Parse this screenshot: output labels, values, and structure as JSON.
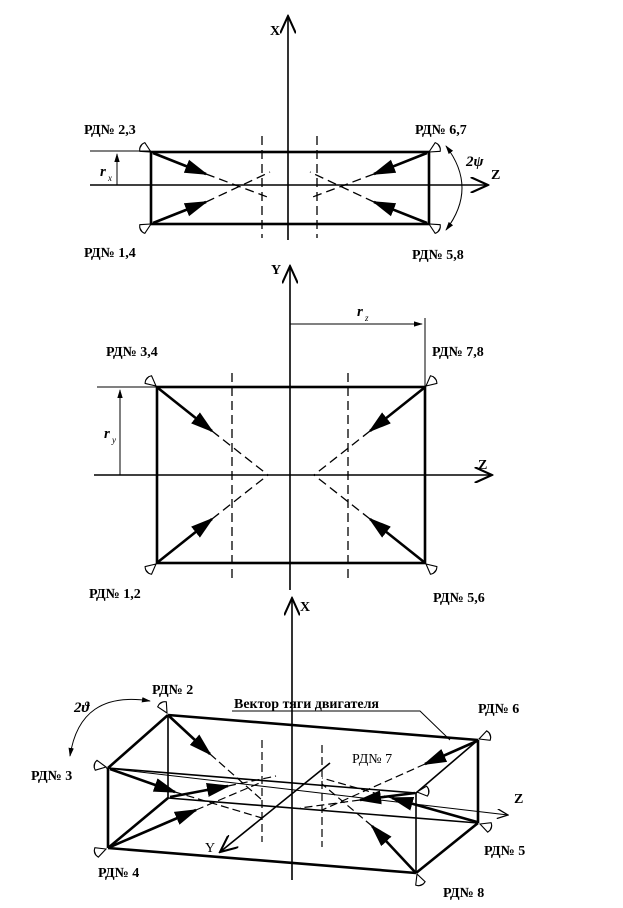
{
  "view1": {
    "axis_x": "X",
    "axis_z": "Z",
    "r_x": "r",
    "r_x_sub": "x",
    "angle": "2ψ",
    "rd_23": "РД№ 2,3",
    "rd_67": "РД№ 6,7",
    "rd_14": "РД№ 1,4",
    "rd_58": "РД№ 5,8"
  },
  "view2": {
    "axis_y": "Y",
    "axis_z": "Z",
    "r_z": "r",
    "r_z_sub": "z",
    "r_y": "r",
    "r_y_sub": "y",
    "rd_34": "РД№ 3,4",
    "rd_78": "РД№ 7,8",
    "rd_12": "РД№ 1,2",
    "rd_56": "РД№ 5,6"
  },
  "view3": {
    "axis_x": "X",
    "axis_y": "Y",
    "axis_z": "Z",
    "angle": "2ϑ",
    "thrust_label": "Вектор тяги двигателя",
    "rd_1": "РД№ 2",
    "rd_2": "РД№ 6",
    "rd_3": "РД№ 3",
    "rd_4": "РД№ 7",
    "rd_5": "РД№ 4",
    "rd_6": "РД№ 5",
    "rd_7": "РД№ 8"
  }
}
